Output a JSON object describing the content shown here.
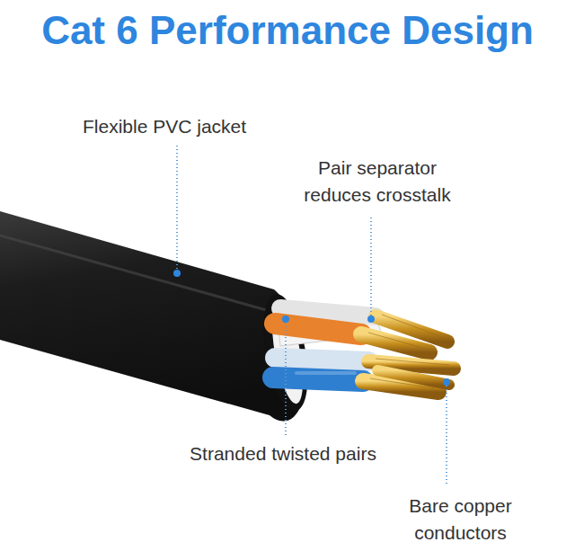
{
  "diagram": {
    "title": "Cat 6 Performance Design",
    "labels": [
      "Flexible PVC jacket",
      "Pair separator reduces crosstalk",
      "Stranded twisted pairs",
      "Bare copper conductors"
    ]
  }
}
